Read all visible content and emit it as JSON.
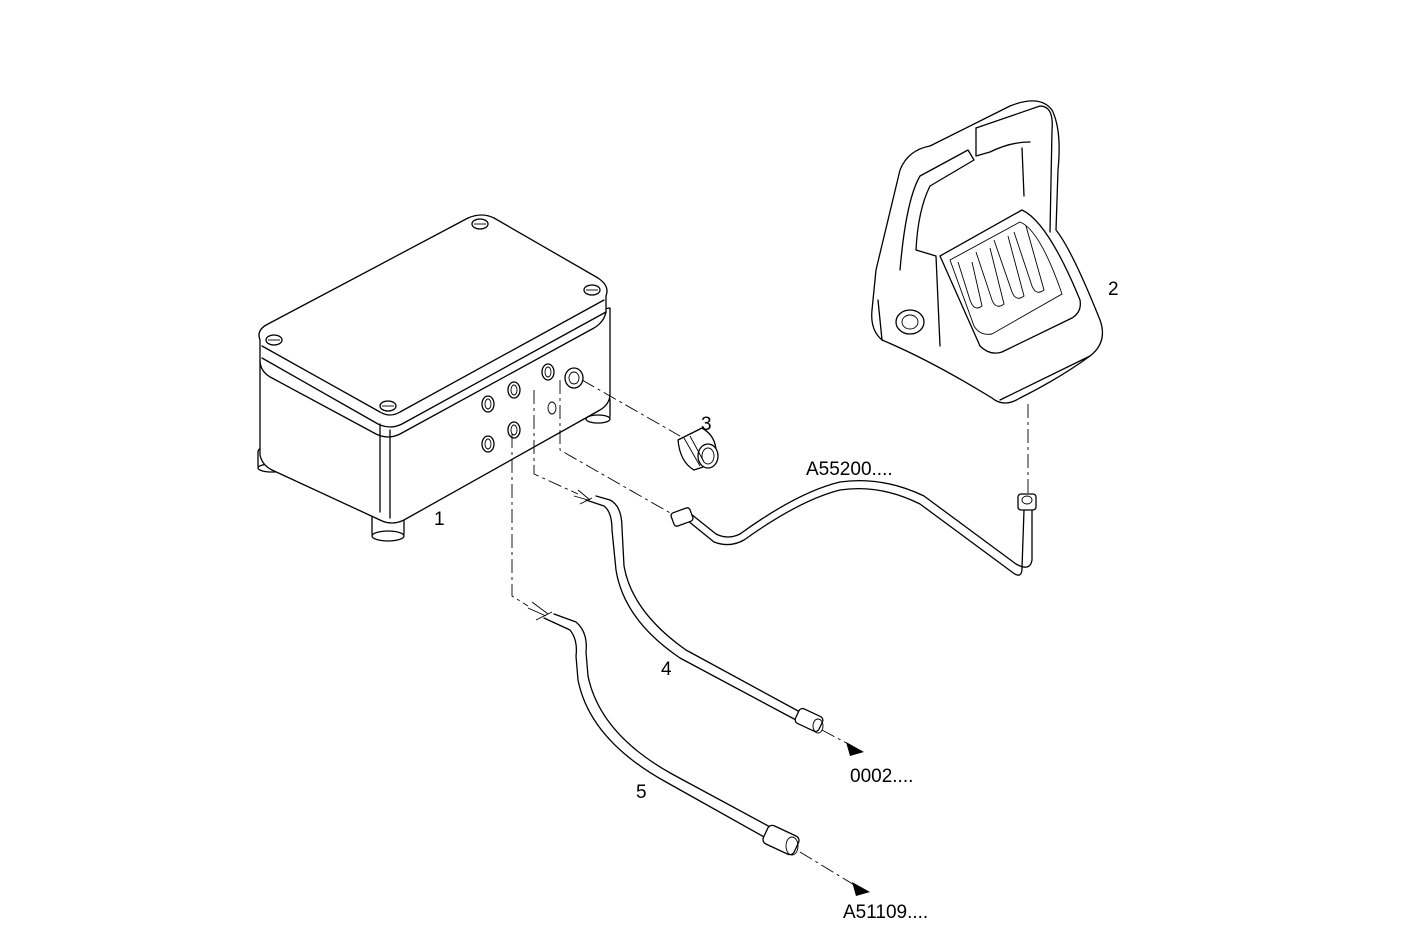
{
  "callouts": {
    "c1": "1",
    "c2": "2",
    "c3": "3",
    "c4": "4",
    "c5": "5"
  },
  "references": {
    "cable_to_pedal": "A55200....",
    "cable_4_destination": "0002....",
    "cable_5_destination": "A51109...."
  }
}
